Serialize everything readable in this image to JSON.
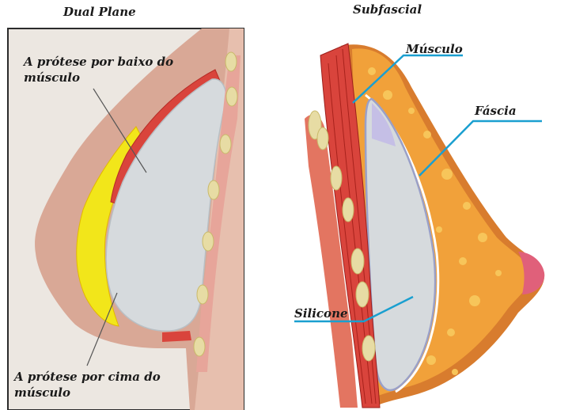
{
  "panels": {
    "left_title": "Dual Plane",
    "right_title": "Subfascial"
  },
  "labels": {
    "under_muscle": "A prótese por baixo do músculo",
    "over_muscle": "A prótese por cima do músculo",
    "muscle": "Músculo",
    "fascia": "Fáscia",
    "silicone": "Silicone"
  },
  "colors": {
    "skin": "#d9a896",
    "fat_yellow": "#f2e61a",
    "muscle_red": "#d9443c",
    "implant": "#d6dadd",
    "gland_orange": "#f1a13a",
    "rib": "#e7dca4",
    "pointer_blue": "#1a9fd0"
  }
}
